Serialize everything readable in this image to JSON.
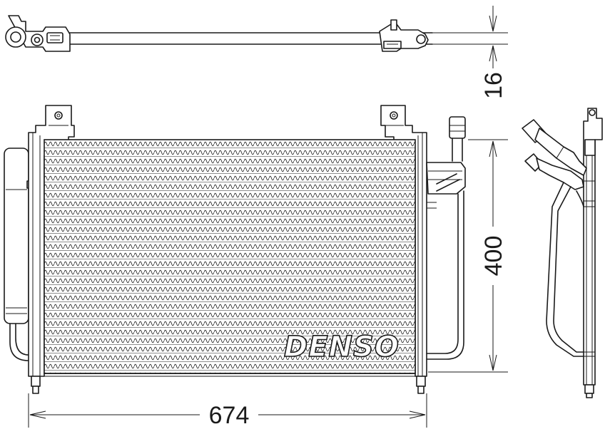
{
  "dimensions": {
    "width": "674",
    "height": "400",
    "thickness": "16"
  },
  "brand": {
    "logo_text": "DENSO",
    "color": "#1a1a1a"
  }
}
